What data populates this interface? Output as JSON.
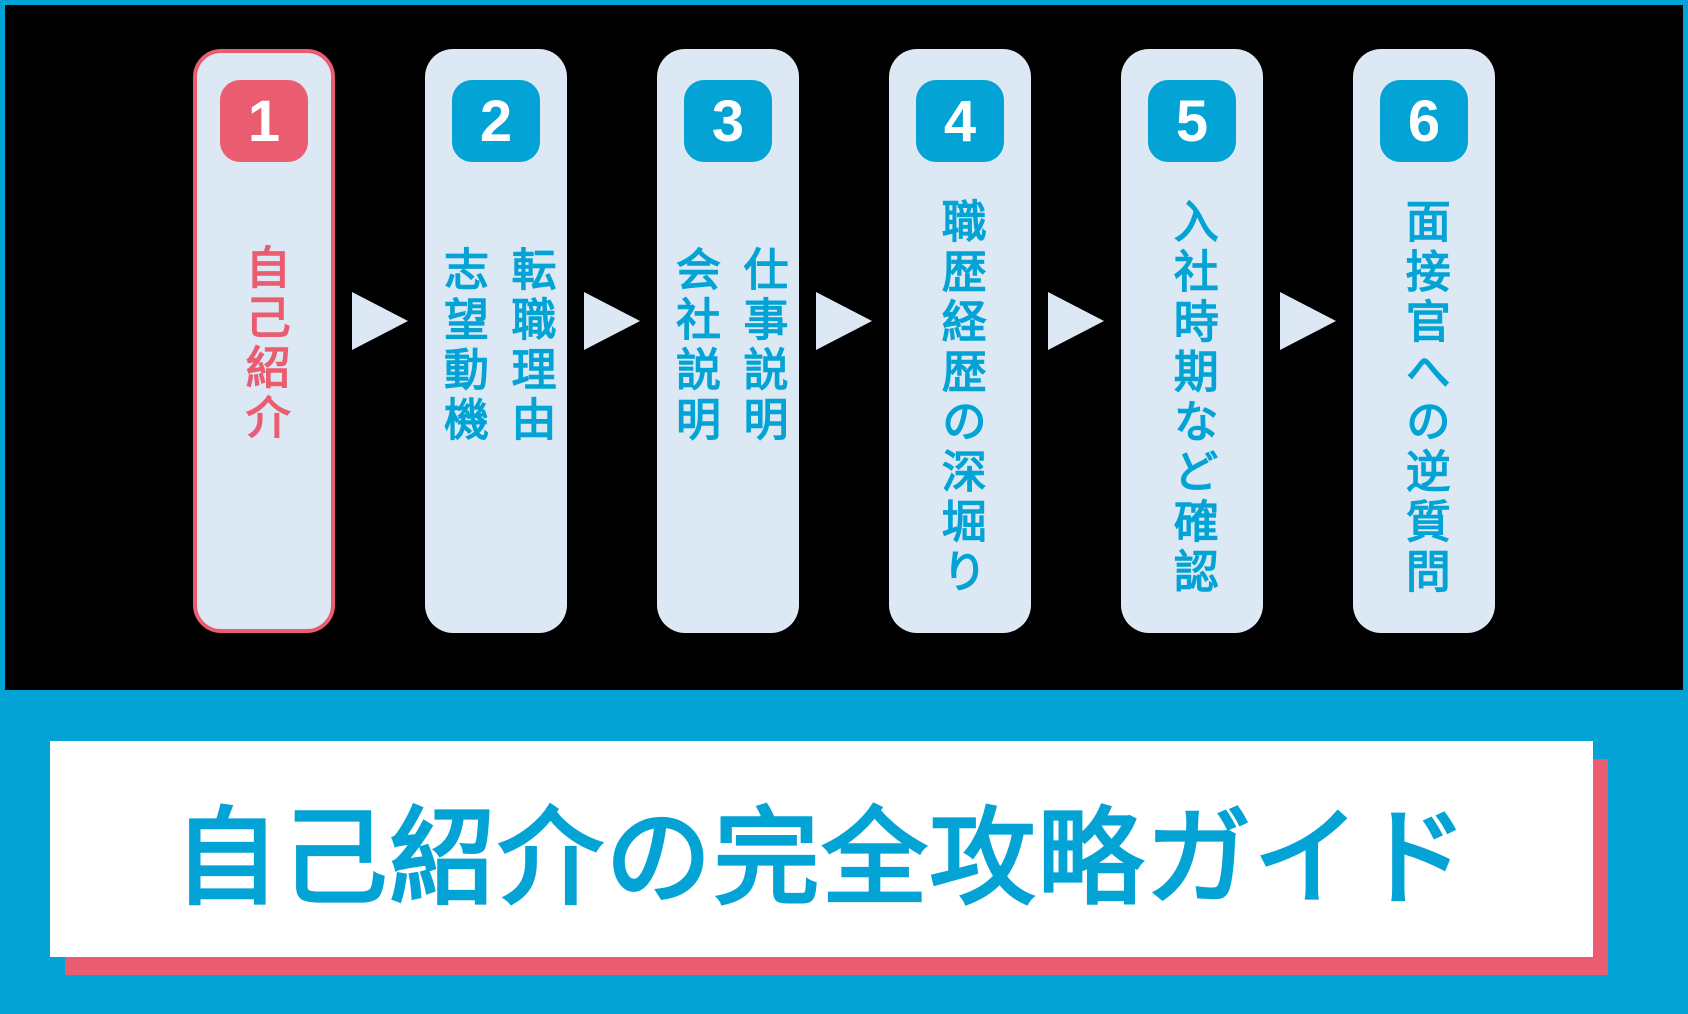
{
  "steps": [
    {
      "number": "1",
      "label": "自己紹介"
    },
    {
      "number": "2",
      "label": "転職理由\n志望動機"
    },
    {
      "number": "3",
      "label": "仕事説明\n会社説明"
    },
    {
      "number": "4",
      "label": "職歴経歴の深堀り"
    },
    {
      "number": "5",
      "label": "入社時期など確認"
    },
    {
      "number": "6",
      "label": "面接官への逆質問"
    }
  ],
  "banner": {
    "title": "自己紹介の完全攻略ガイド"
  },
  "colors": {
    "accent_blue": "#04a3d5",
    "accent_red": "#ea5d70",
    "card_background": "#dce9f5",
    "panel_background": "#000000",
    "title_box_background": "#ffffff"
  }
}
